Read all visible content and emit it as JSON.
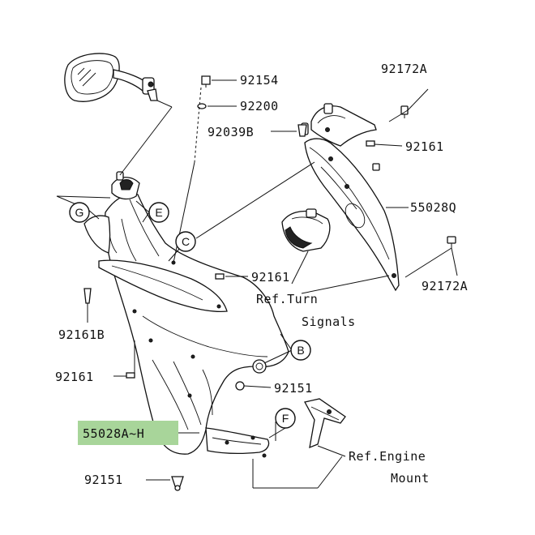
{
  "diagram": {
    "highlight_color": "#a8d59a",
    "part_labels": {
      "p92154": "92154",
      "p92200": "92200",
      "p92172A_top": "92172A",
      "p92039B": "92039B",
      "p92161_top": "92161",
      "p55028Q": "55028Q",
      "p92172A_right": "92172A",
      "p92161_mid": "92161",
      "p92161B": "92161B",
      "p92161_left": "92161",
      "p92151_mid": "92151",
      "p55028AH": "55028A~H",
      "p92151_bottom": "92151"
    },
    "reference_labels": {
      "turn_line1": "Ref.Turn",
      "turn_line2": "Signals",
      "engine_line1": "Ref.Engine",
      "engine_line2": "Mount"
    },
    "callouts": {
      "B": "B",
      "C": "C",
      "E": "E",
      "F": "F",
      "G": "G"
    }
  }
}
